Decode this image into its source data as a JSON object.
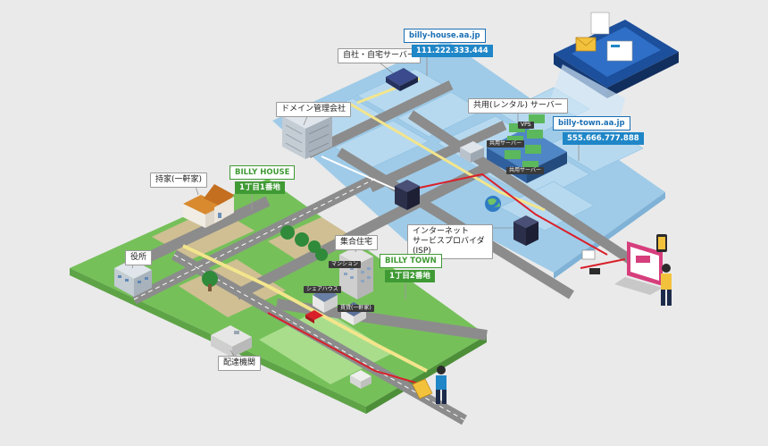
{
  "labels": {
    "home_server": "自社・自宅サーバー",
    "domain_company": "ドメイン管理会社",
    "shared_server": "共用(レンタル) サーバー",
    "private_house": "持家(一軒家)",
    "apartment": "集合住宅",
    "city_office": "役所",
    "isp_line1": "インターネット",
    "isp_line2": "サービスプロバイダ (ISP)",
    "delivery": "配達機関"
  },
  "signs": {
    "domain1": "billy-house.aa.jp",
    "ip1": "111.222.333.444",
    "domain2": "billy-town.aa.jp",
    "ip2": "555.666.777.888",
    "town1": "BILLY HOUSE",
    "addr1": "1丁目1番地",
    "town2": "BILLY TOWN",
    "addr2": "1丁目2番地"
  },
  "tags": {
    "vps": "VPS",
    "shared_server_1": "共用サーバー",
    "shared_server_2": "共用サーバー",
    "mansion": "マンション",
    "share_house": "シェアハウス",
    "private_small": "賃貸(一軒家)"
  },
  "colors": {
    "background": "#eaeaea",
    "green_ground": "#76c05a",
    "blue_ground": "#9fcbe8",
    "road": "#8a8a8a",
    "route_yellow": "#f3e58c",
    "route_red": "#d9202a",
    "server_dark": "#2b2f4a",
    "accent_blue": "#1f86c7",
    "accent_green": "#3f9a34"
  }
}
